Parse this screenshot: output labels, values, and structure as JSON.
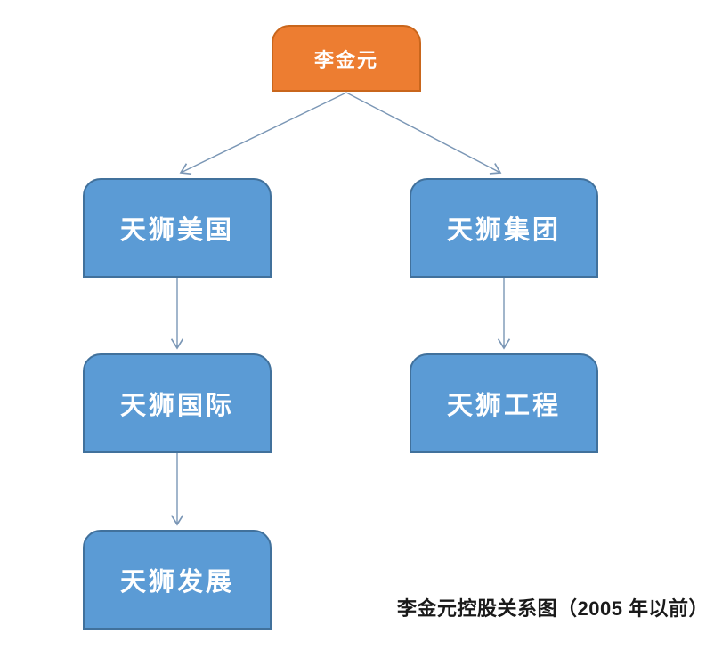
{
  "diagram": {
    "caption": "李金元控股关系图（2005 年以前）",
    "return_mark": "↵",
    "colors": {
      "root_fill": "#ED7D31",
      "root_border": "#C9661C",
      "node_fill": "#5B9BD5",
      "node_border": "#41719C",
      "arrow": "#7A96B5",
      "node_text": "#FFFFFF",
      "caption_text": "#1A1A1A"
    },
    "nodes": {
      "root": {
        "label": "李金元"
      },
      "us": {
        "label": "天狮美国"
      },
      "group": {
        "label": "天狮集团"
      },
      "intl": {
        "label": "天狮国际"
      },
      "eng": {
        "label": "天狮工程"
      },
      "dev": {
        "label": "天狮发展"
      }
    },
    "edges": [
      {
        "from": "root",
        "to": "us"
      },
      {
        "from": "root",
        "to": "group"
      },
      {
        "from": "us",
        "to": "intl"
      },
      {
        "from": "intl",
        "to": "dev"
      },
      {
        "from": "group",
        "to": "eng"
      }
    ]
  }
}
